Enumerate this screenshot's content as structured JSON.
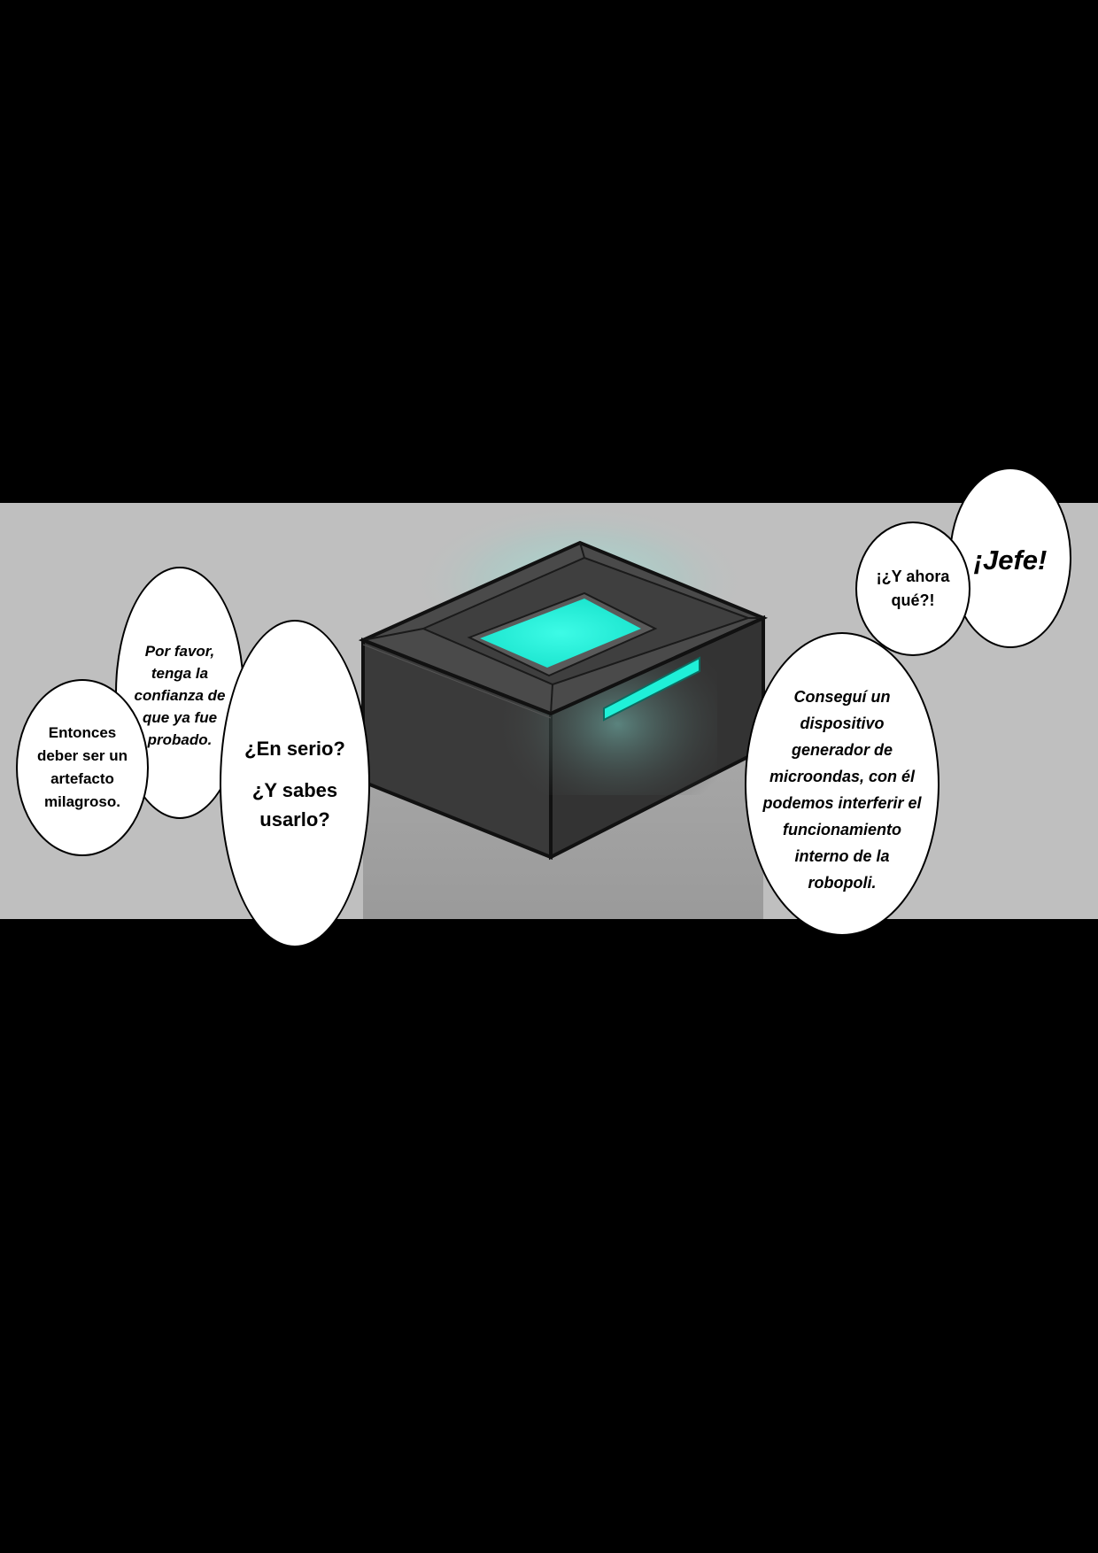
{
  "colors": {
    "page_background": "#000000",
    "panel_background": "#bfbfbf",
    "device_body": "#3c3c3c",
    "device_glow": "#1ff0d8",
    "bubble_fill": "#ffffff",
    "bubble_outline": "#000000"
  },
  "bubbles": {
    "por_favor": {
      "lines": [
        "Por favor,",
        "tenga la",
        "confianza de",
        "que ya fue",
        "probado."
      ]
    },
    "entonces": {
      "lines": [
        "Entonces",
        "deber ser un",
        "artefacto",
        "milagroso."
      ]
    },
    "en_serio": {
      "lines": [
        "¿En serio?",
        "¿Y sabes",
        "usarlo?"
      ]
    },
    "jefe": {
      "lines": [
        "¡Jefe!"
      ]
    },
    "ahora": {
      "lines": [
        "¡¿Y ahora",
        "qué?!"
      ]
    },
    "consegui": {
      "lines": [
        "Conseguí un",
        "dispositivo",
        "generador de",
        "microondas, con él",
        "podemos interferir el",
        "funcionamiento",
        "interno de la",
        "robopoli."
      ]
    }
  }
}
